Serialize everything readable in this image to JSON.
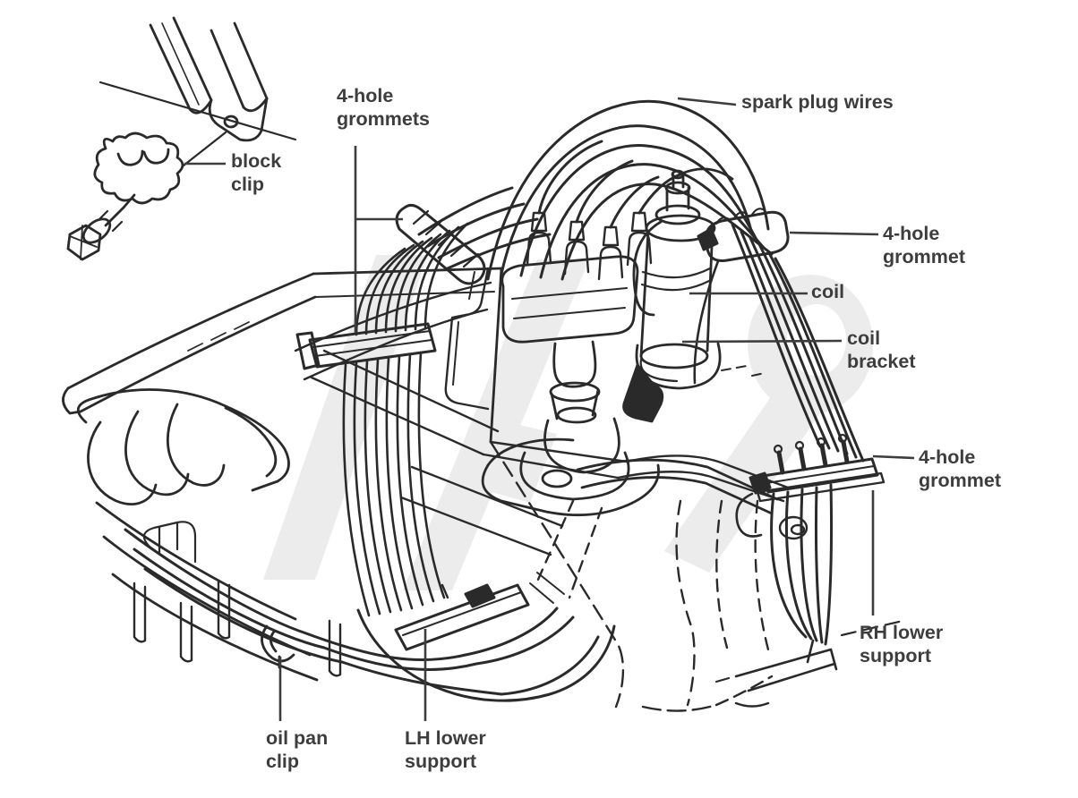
{
  "diagram": {
    "type": "technical-line-illustration",
    "subject": "Engine spark plug wire routing with grommets, clips and lower supports",
    "callouts": {
      "four_hole_grommets": "4-hole\ngrommets",
      "block_clip": "block\nclip",
      "spark_plug_wires": "spark plug wires",
      "four_hole_grommet_upper": "4-hole\ngrommet",
      "coil": "coil",
      "coil_bracket": "coil\nbracket",
      "four_hole_grommet_lower": "4-hole\ngrommet",
      "rh_lower_support": "RH lower\nsupport",
      "oil_pan_clip": "oil pan\nclip",
      "lh_lower_support": "LH lower\nsupport"
    },
    "colors": {
      "background": "#ffffff",
      "ink": "#2a2a2a",
      "label": "#3d3d3d",
      "watermark": "#ececec"
    }
  }
}
